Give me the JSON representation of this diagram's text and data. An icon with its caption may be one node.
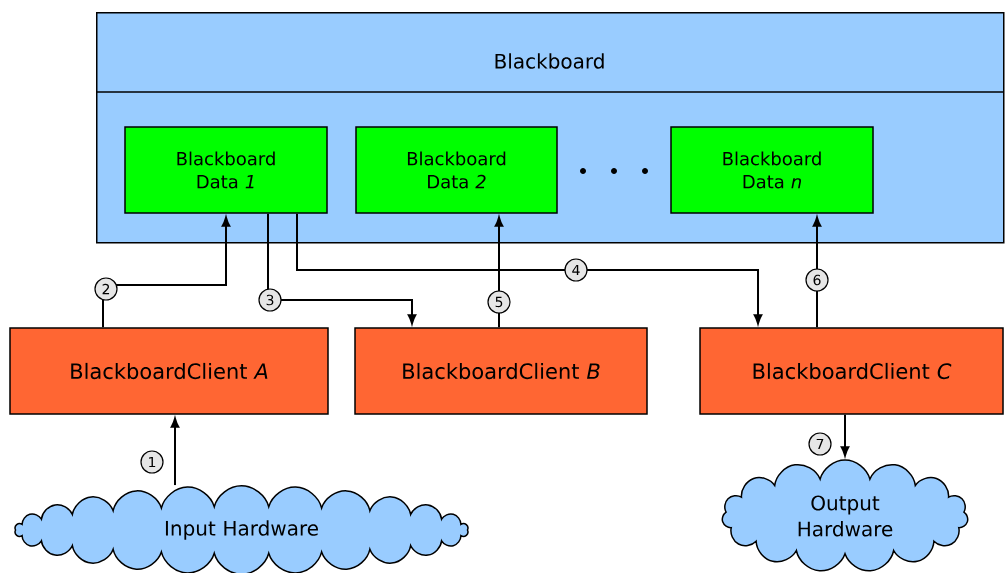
{
  "diagram": {
    "nodes": [
      {
        "text": [
          "Blackboard"
        ]
      },
      {
        "text": [
          "Blackboard Data *1*"
        ],
        "in": 0
      },
      {
        "text": [
          "Blackboard Data *2*"
        ],
        "in": 0
      },
      {
        "text": [
          "Blackboard Data *n*"
        ],
        "in": 0
      },
      {
        "text": [
          "BlackboardClient *A*"
        ]
      },
      {
        "text": [
          "BlackboardClient *B*"
        ]
      },
      {
        "text": [
          "BlackboardClient *C*"
        ]
      },
      {
        "text": [
          "Input Hardware"
        ]
      },
      {
        "text": [
          "Output Hardware"
        ]
      }
    ],
    "edges": [
      {
        "from": 7,
        "to": 4,
        "arrow": "to",
        "label": "1"
      },
      {
        "from": 4,
        "to": 1,
        "arrow": "to",
        "label": "2"
      },
      {
        "from": 1,
        "to": 5,
        "arrow": "to",
        "label": "3"
      },
      {
        "from": 1,
        "to": 6,
        "arrow": "to",
        "label": "4"
      },
      {
        "from": 5,
        "to": 2,
        "arrow": "to",
        "label": "5"
      },
      {
        "from": 6,
        "to": 3,
        "arrow": "to",
        "label": "6"
      },
      {
        "from": 6,
        "to": 8,
        "arrow": "to",
        "label": "7"
      }
    ]
  }
}
